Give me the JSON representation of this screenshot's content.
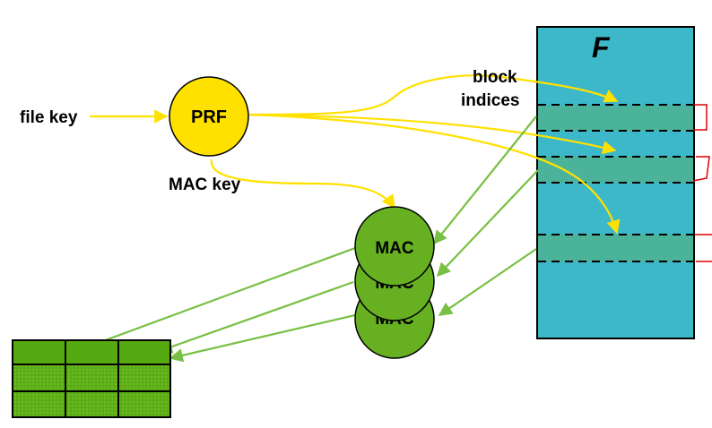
{
  "labels": {
    "file_key": "file key",
    "prf": "PRF",
    "mac_key": "MAC key",
    "block_indices_line1": "block",
    "block_indices_line2": "indices",
    "file": "F",
    "mac_front": "MAC",
    "mac_middle": "MAC",
    "mac_back": "MAC"
  },
  "colors": {
    "prf_fill": "#ffe100",
    "yellow_arrow": "#ffe100",
    "mac_fill": "#66b022",
    "green_arrow": "#77c043",
    "file_fill": "#3cb8c9",
    "highlight_block": "#4bb39a",
    "table_fill": "#55aa11",
    "bracket": "#e00000"
  },
  "table": {
    "rows": 3,
    "cols": 3
  }
}
